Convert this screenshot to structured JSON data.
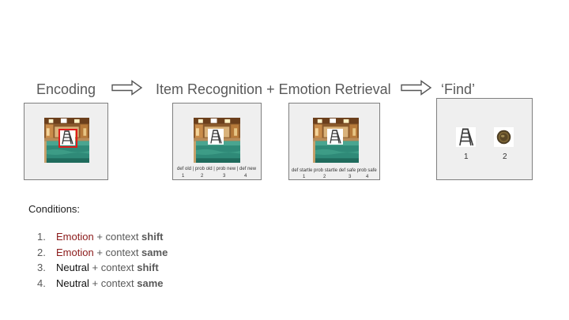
{
  "stages": {
    "encoding": "Encoding",
    "item_emotion": "Item Recognition + Emotion Retrieval",
    "find": "‘Find’"
  },
  "item_recognition_scale": {
    "labels": "def old | prob old | prob new | def new",
    "numbers": [
      "1",
      "2",
      "3",
      "4"
    ]
  },
  "emotion_retrieval_scale": {
    "labels": "def startle prob startle  def safe prob safe",
    "numbers": [
      "1",
      "2",
      "3",
      "4"
    ]
  },
  "find_options": [
    "1",
    "2"
  ],
  "conditions": {
    "title": "Conditions:",
    "items": [
      {
        "num": "1.",
        "valence": "Emotion",
        "valence_type": "emotion",
        "middle": " + context ",
        "context": "shift"
      },
      {
        "num": "2.",
        "valence": "Emotion",
        "valence_type": "emotion",
        "middle": " + context ",
        "context": "same"
      },
      {
        "num": "3.",
        "valence": "Neutral",
        "valence_type": "neutral",
        "middle": " + context ",
        "context": "shift"
      },
      {
        "num": "4.",
        "valence": "Neutral",
        "valence_type": "neutral",
        "middle": " + context ",
        "context": "same"
      }
    ]
  },
  "colors": {
    "emotion": "#8b1a1a",
    "neutral": "#111111",
    "highlight_box": "#e01b1b",
    "panel_bg": "#efefef",
    "panel_border": "#7f7f7f"
  },
  "icons": {
    "arrow": "outline-right-arrow",
    "item_1": "ladder-icon",
    "item_2": "coin-icon"
  }
}
